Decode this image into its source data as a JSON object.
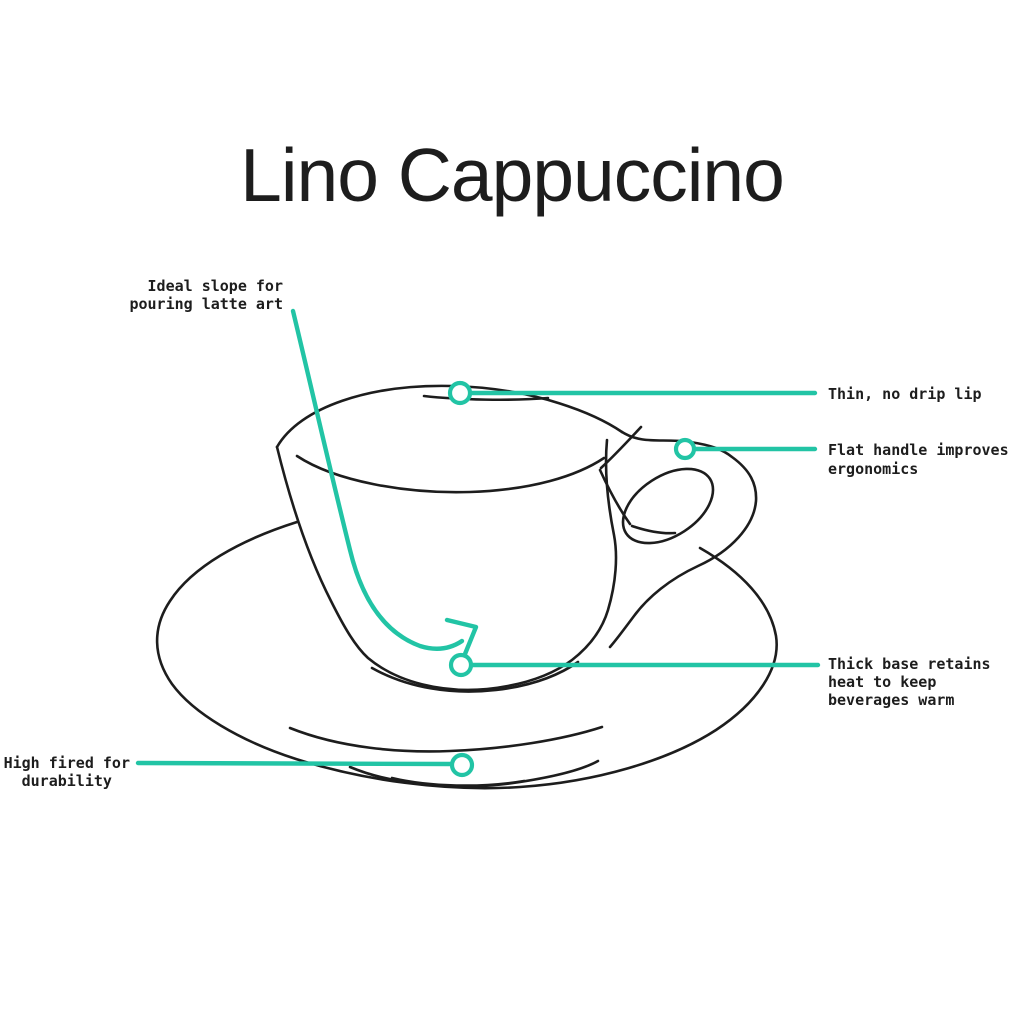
{
  "title": "Lino Cappuccino",
  "colors": {
    "ink": "#1d1d1d",
    "accent": "#22c4a5",
    "background": "#ffffff",
    "node_fill": "#ffffff"
  },
  "callouts": [
    {
      "id": "slope",
      "text": "Ideal slope for\npouring latte art"
    },
    {
      "id": "lip",
      "text": "Thin, no drip lip"
    },
    {
      "id": "handle",
      "text": "Flat handle improves\nergonomics"
    },
    {
      "id": "base",
      "text": "Thick base retains\nheat to keep\nbeverages warm"
    },
    {
      "id": "fired",
      "text": "High fired for\ndurability"
    }
  ]
}
